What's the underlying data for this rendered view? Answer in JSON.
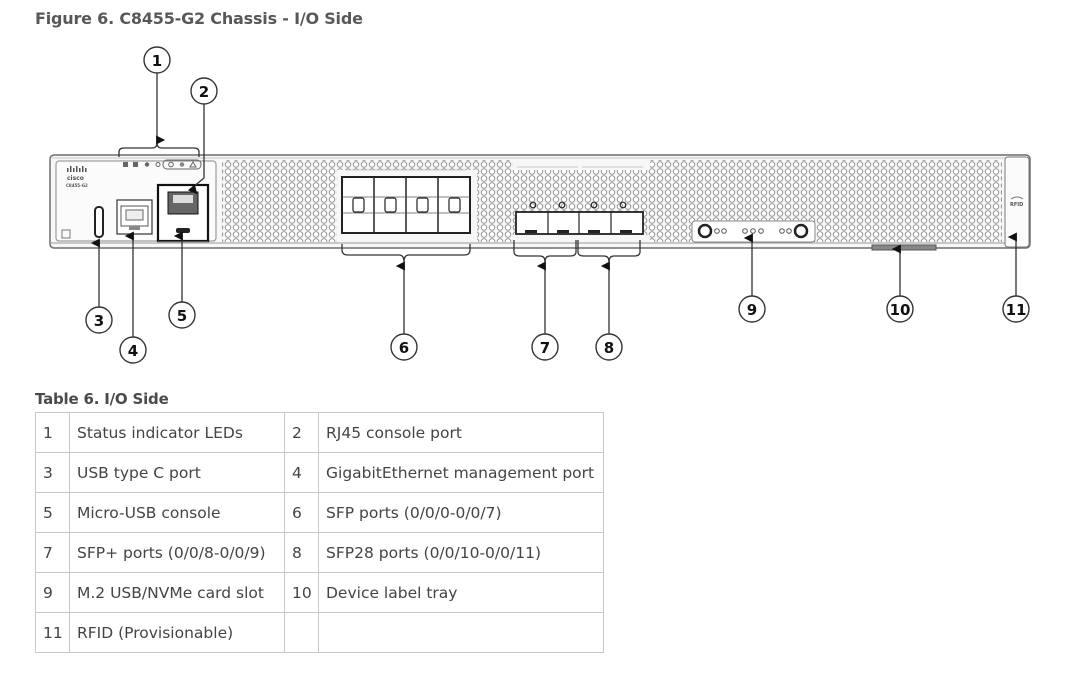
{
  "figure": {
    "title": "Figure 6. C8455-G2 Chassis - I/O Side",
    "chassis_labels": {
      "brand": "cisco",
      "model": "C8455-G2",
      "rfid": "RFID"
    },
    "callouts": [
      "1",
      "2",
      "3",
      "4",
      "5",
      "6",
      "7",
      "8",
      "9",
      "10",
      "11"
    ]
  },
  "table": {
    "title": "Table 6. I/O Side",
    "rows": [
      [
        {
          "num": "1",
          "label": "Status indicator LEDs"
        },
        {
          "num": "2",
          "label": "RJ45 console port"
        }
      ],
      [
        {
          "num": "3",
          "label": "USB type C port"
        },
        {
          "num": "4",
          "label": "GigabitEthernet management port"
        }
      ],
      [
        {
          "num": "5",
          "label": "Micro-USB console"
        },
        {
          "num": "6",
          "label": "SFP ports (0/0/0-0/0/7)"
        }
      ],
      [
        {
          "num": "7",
          "label": "SFP+ ports (0/0/8-0/0/9)"
        },
        {
          "num": "8",
          "label": "SFP28 ports (0/0/10-0/0/11)"
        }
      ],
      [
        {
          "num": "9",
          "label": "M.2 USB/NVMe card slot"
        },
        {
          "num": "10",
          "label": "Device label tray"
        }
      ],
      [
        {
          "num": "11",
          "label": "RFID (Provisionable)"
        },
        {
          "num": "",
          "label": ""
        }
      ]
    ]
  }
}
